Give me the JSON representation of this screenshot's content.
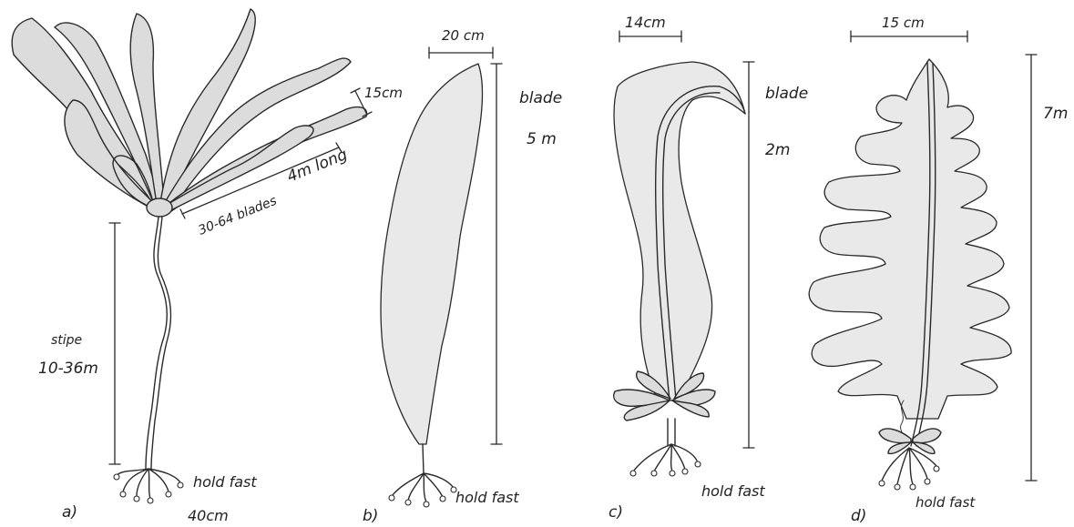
{
  "panel_a": {
    "label": "a)",
    "blade_width": "15cm",
    "blade_count": "30-64 blades",
    "blade_length": "4m long",
    "stipe_label": "stipe",
    "stipe_length": "10-36m",
    "holdfast_label": "hold fast",
    "holdfast_size": "40cm"
  },
  "panel_b": {
    "label": "b)",
    "width": "20 cm",
    "blade_label": "blade",
    "blade_length": "5 m",
    "holdfast_label": "hold fast"
  },
  "panel_c": {
    "label": "c)",
    "width": "14cm",
    "blade_label": "blade",
    "blade_length": "2m",
    "holdfast_label": "hold fast"
  },
  "panel_d": {
    "label": "d)",
    "width": "15 cm",
    "length": "7m",
    "holdfast_label": "hold fast"
  }
}
